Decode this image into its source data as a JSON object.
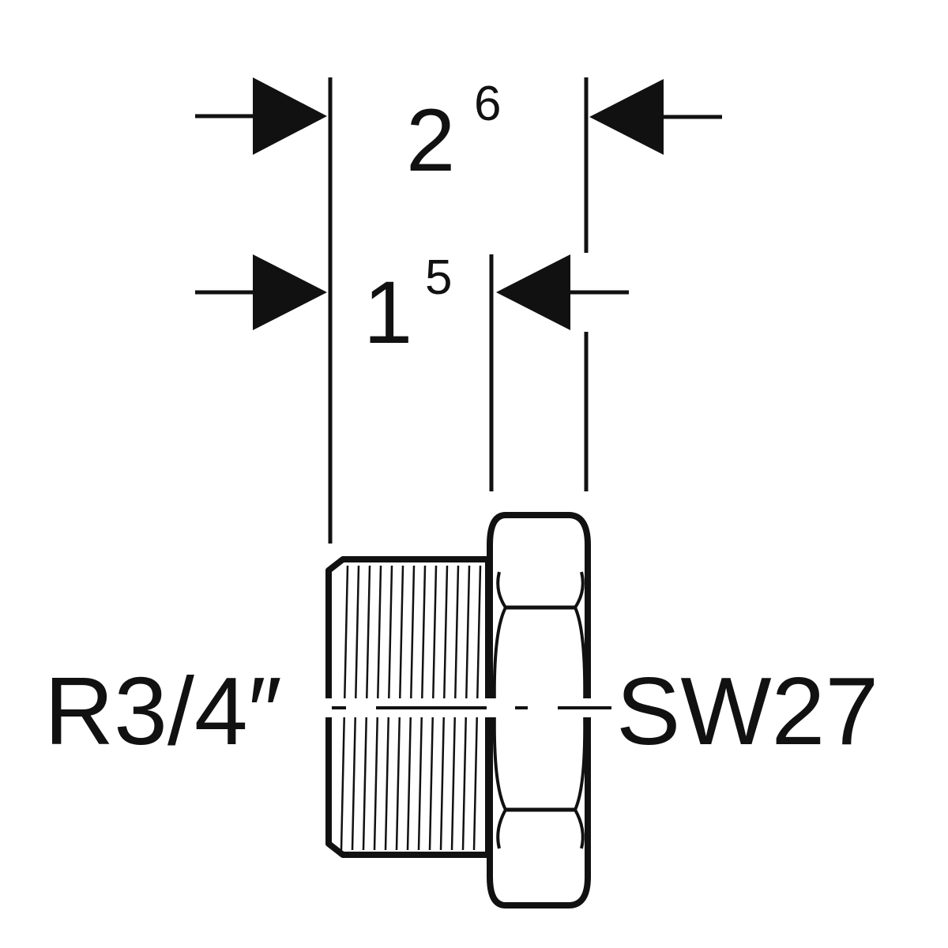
{
  "diagram": {
    "overall_length": {
      "main": "2",
      "superscript": "6"
    },
    "thread_length": {
      "main": "1",
      "superscript": "5"
    },
    "thread_label": "R3/4″",
    "wrench_label": "SW27"
  },
  "colors": {
    "line": "#111111",
    "background": "#ffffff"
  }
}
